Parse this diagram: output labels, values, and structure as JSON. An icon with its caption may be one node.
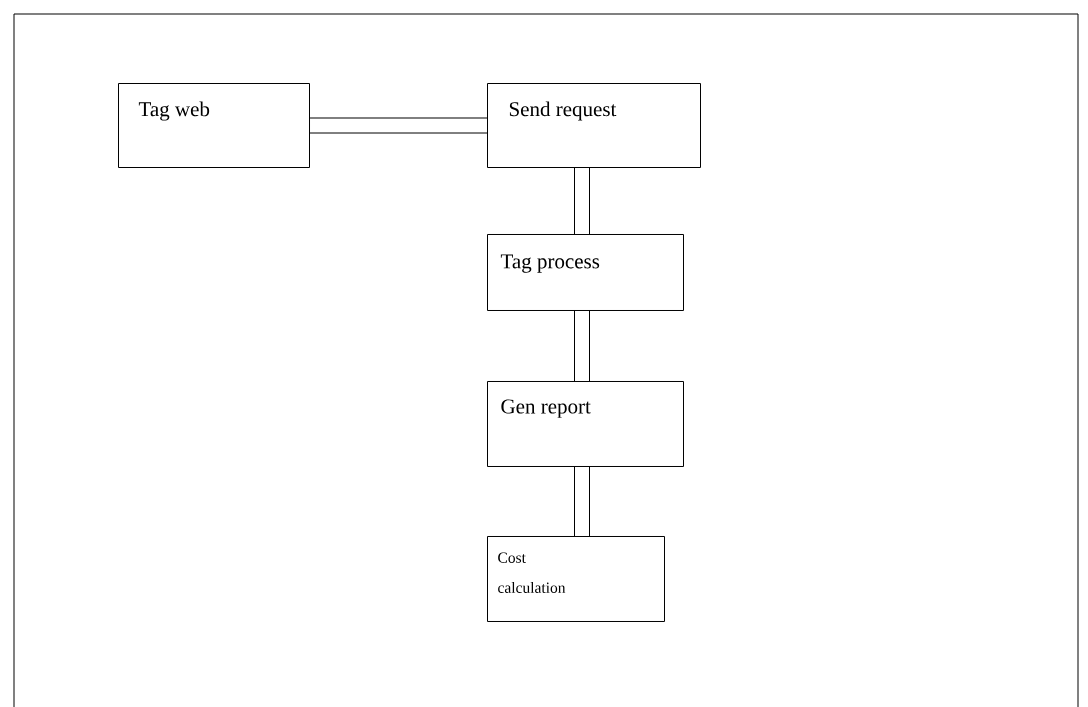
{
  "diagram": {
    "nodes": [
      {
        "text": [
          "Tag web"
        ]
      },
      {
        "text": [
          "Send request"
        ]
      },
      {
        "text": [
          "Tag process"
        ]
      },
      {
        "text": [
          "Gen report"
        ]
      },
      {
        "text": [
          "Cost calculation"
        ]
      }
    ],
    "edges": [
      {
        "from": 0,
        "to": 1,
        "arrow": "none"
      },
      {
        "from": 1,
        "to": 2,
        "arrow": "none"
      },
      {
        "from": 2,
        "to": 3,
        "arrow": "none"
      },
      {
        "from": 3,
        "to": 4,
        "arrow": "none"
      }
    ]
  }
}
